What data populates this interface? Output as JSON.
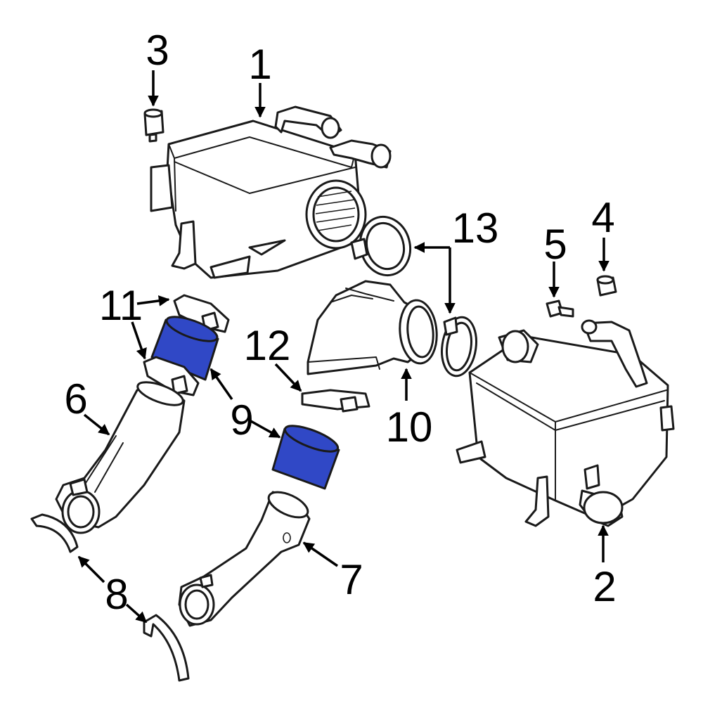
{
  "diagram": {
    "highlight_color": "#3048c6",
    "parts": [
      {
        "callout": "1"
      },
      {
        "callout": "2"
      },
      {
        "callout": "3"
      },
      {
        "callout": "4"
      },
      {
        "callout": "5"
      },
      {
        "callout": "6"
      },
      {
        "callout": "7"
      },
      {
        "callout": "8"
      },
      {
        "callout": "9"
      },
      {
        "callout": "10"
      },
      {
        "callout": "11"
      },
      {
        "callout": "12"
      },
      {
        "callout": "13"
      }
    ]
  }
}
